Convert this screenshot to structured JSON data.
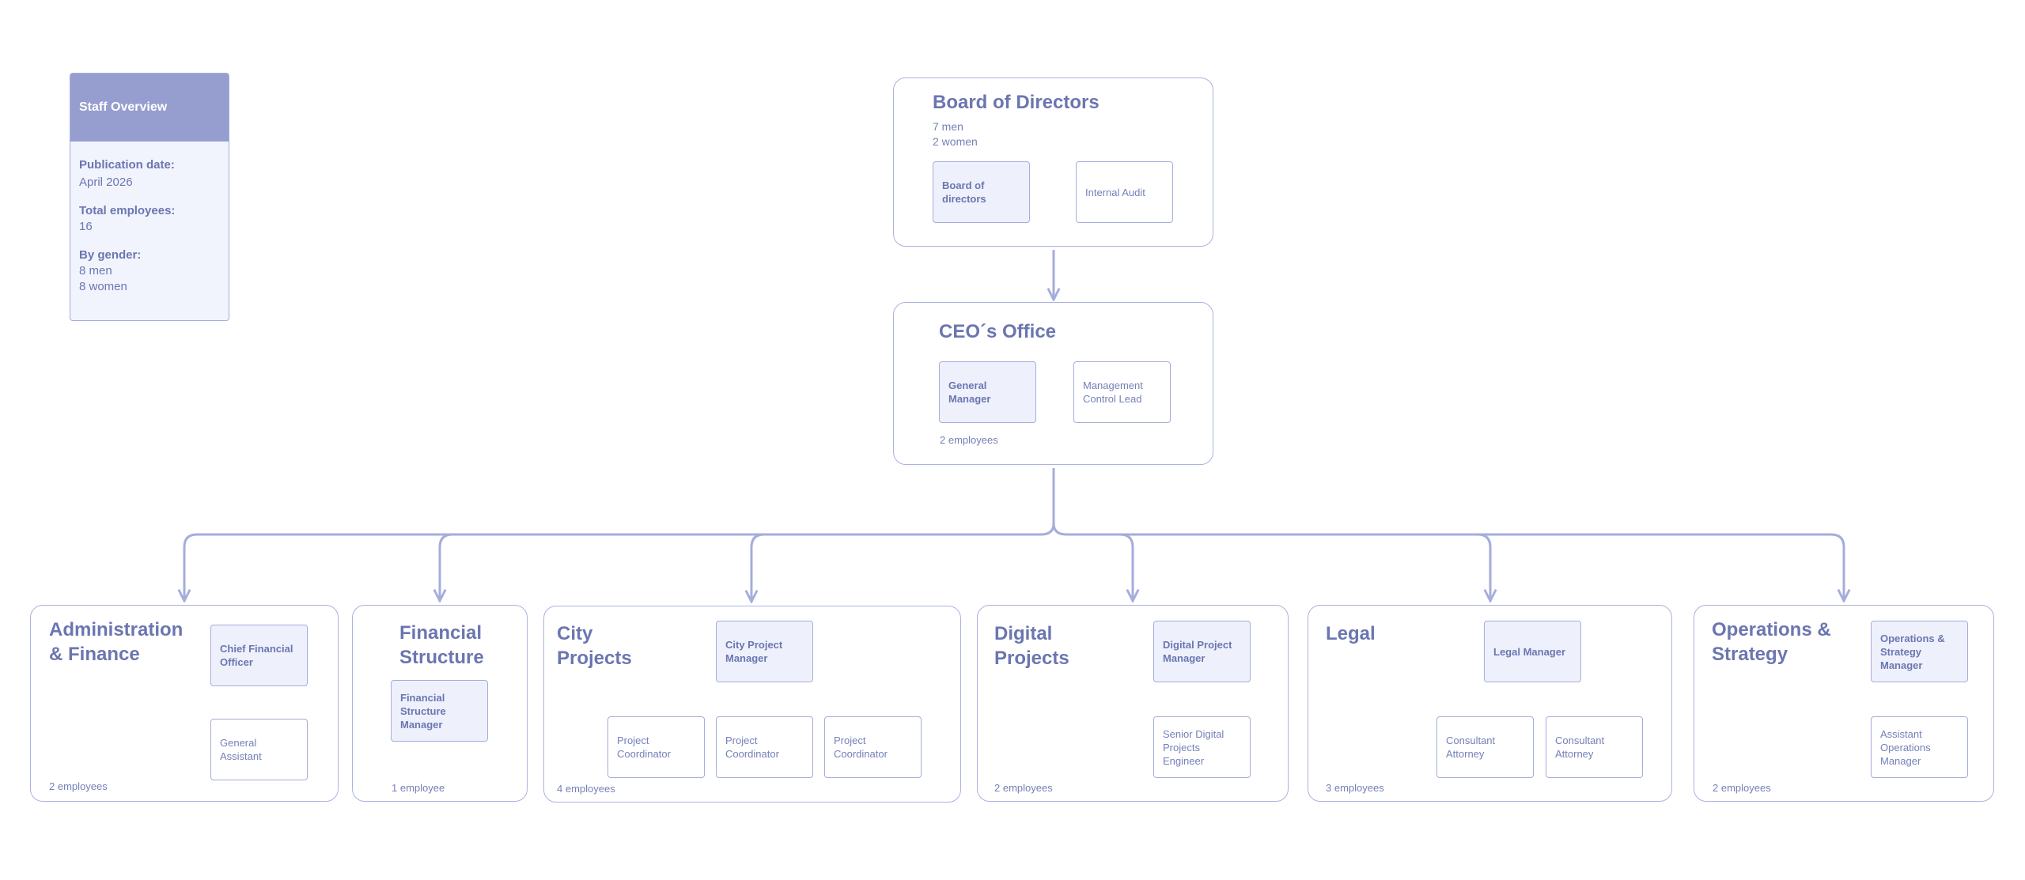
{
  "overview": {
    "title": "Staff Overview",
    "publication_label": "Publication date:",
    "publication_value": "April 2026",
    "total_label": "Total employees:",
    "total_value": "16",
    "gender_label": "By gender:",
    "gender_men": "8 men",
    "gender_women": "8 women"
  },
  "board": {
    "title": "Board of Directors",
    "men": "7 men",
    "women": "2 women",
    "node_main": "Board of directors",
    "node_side": "Internal Audit"
  },
  "ceo": {
    "title": "CEO´s Office",
    "node_main": "General Manager",
    "node_side": "Management Control Lead",
    "count": "2 employees"
  },
  "departments": {
    "admin": {
      "title": "Administration & Finance",
      "head": "Chief Financial Officer",
      "staff": [
        "General Assistant"
      ],
      "count": "2 employees"
    },
    "financial": {
      "title": "Financial Structure",
      "head": "Financial Structure Manager",
      "count": "1 employee"
    },
    "city": {
      "title": "City Projects",
      "head": "City Project Manager",
      "staff": [
        "Project Coordinator",
        "Project Coordinator",
        "Project Coordinator"
      ],
      "count": "4 employees"
    },
    "digital": {
      "title": "Digital Projects",
      "head": "Digital Project Manager",
      "staff": [
        "Senior Digital Projects Engineer"
      ],
      "count": "2 employees"
    },
    "legal": {
      "title": "Legal",
      "head": "Legal Manager",
      "staff": [
        "Consultant Attorney",
        "Consultant Attorney"
      ],
      "count": "3 employees"
    },
    "ops": {
      "title": "Operations & Strategy",
      "head": "Operations & Strategy Manager",
      "staff": [
        "Assistant Operations Manager"
      ],
      "count": "2 employees"
    }
  },
  "colors": {
    "line": "#a4addb",
    "header_fill": "#959ecf",
    "box_fill": "#eef1fc",
    "text": "#6b76b0"
  }
}
